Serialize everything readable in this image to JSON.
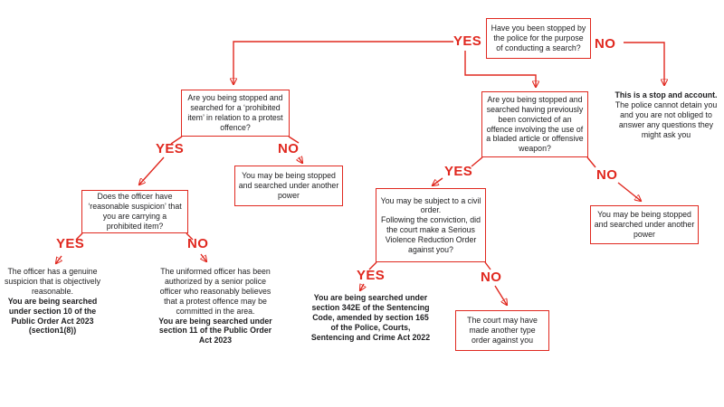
{
  "colors": {
    "accent_red": "#e0281f",
    "text": "#1d1d1f",
    "background": "#ffffff"
  },
  "labels": {
    "yes": "YES",
    "no": "NO"
  },
  "nodes": {
    "start": "Have you been stopped by the police for the purpose of conducting a search?",
    "protest": "Are you being stopped and searched for a ‘prohibited item’ in relation to a protest offence?",
    "weapon": "Are you being stopped and searched having previously been convicted of an offence involving the use of a bladed article or offensive weapon?",
    "suspicion": "Does the officer have ‘reasonable suspicion’ that you are carrying a prohibited item?",
    "another_power_left": "You may be being stopped and searched under another power",
    "another_power_right": "You may be being stopped and searched under another power",
    "svro_line1": "You may be subject to a civil order.",
    "svro_line2": "Following the conviction, did the court make a Serious Violence Reduction Order against you?",
    "other_order": "The court may have made another type order against you"
  },
  "outcomes": {
    "stop_account": {
      "bold": "This is a stop and account.",
      "text": "The police cannot detain you and you are not obliged to answer any questions they might ask you"
    },
    "s10": {
      "text": "The officer has a genuine suspicion that is objectively reasonable.",
      "bold": "You are being searched under section 10 of the Public Order Act 2023 (section1(8))"
    },
    "s11": {
      "text": "The uniformed officer has been authorized by a senior police officer who reasonably believes that a protest offence may be committed in the area.",
      "bold": "You are being searched under section 11 of the Public Order Act 2023"
    },
    "s342e": {
      "bold": "You are being searched under section 342E of the Sentencing Code, amended by section 165 of the Police, Courts, Sentencing and Crime Act 2022"
    }
  }
}
